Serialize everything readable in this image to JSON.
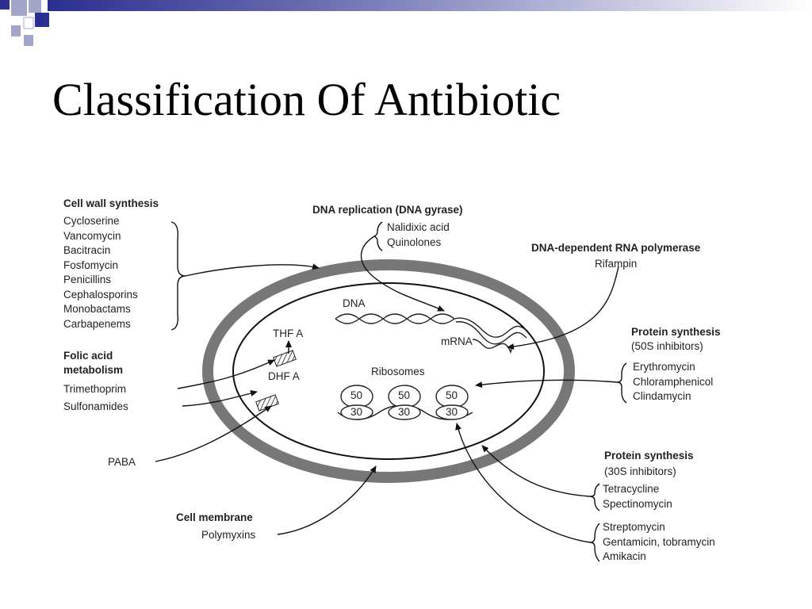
{
  "slide": {
    "title": "Classification Of Antibiotic",
    "colors": {
      "accent_blue": "#2b2f8f",
      "accent_gray": "#a4a6c9"
    }
  },
  "diagram": {
    "cell_wall": {
      "heading": "Cell wall synthesis",
      "drugs": [
        "Cycloserine",
        "Vancomycin",
        "Bacitracin",
        "Fosfomycin",
        "Penicillins",
        "Cephalosporins",
        "Monobactams",
        "Carbapenems"
      ]
    },
    "folic_acid": {
      "heading_line1": "Folic acid",
      "heading_line2": "metabolism",
      "drugs": [
        "Trimethoprim",
        "Sulfonamides"
      ]
    },
    "paba": "PABA",
    "cell_membrane": {
      "heading": "Cell membrane",
      "drug": "Polymyxins"
    },
    "dna_replication": {
      "heading": "DNA replication (DNA gyrase)",
      "drugs": [
        "Nalidixic acid",
        "Quinolones"
      ]
    },
    "rna_polymerase": {
      "heading": "DNA-dependent RNA polymerase",
      "drug": "Rifampin"
    },
    "protein_50s": {
      "heading": "Protein synthesis",
      "subheading": "(50S inhibitors)",
      "drugs": [
        "Erythromycin",
        "Chloramphenicol",
        "Clindamycin"
      ]
    },
    "protein_30s": {
      "heading": "Protein synthesis",
      "subheading": "(30S inhibitors)",
      "group1": [
        "Tetracycline",
        "Spectinomycin"
      ],
      "group2": [
        "Streptomycin",
        "Gentamicin, tobramycin",
        "Amikacin"
      ]
    },
    "cell_labels": {
      "dna": "DNA",
      "mrna": "mRNA",
      "thf": "THF A",
      "dhf": "DHF A",
      "ribosomes": "Ribosomes",
      "large_subunit": "50",
      "small_subunit": "30"
    }
  }
}
